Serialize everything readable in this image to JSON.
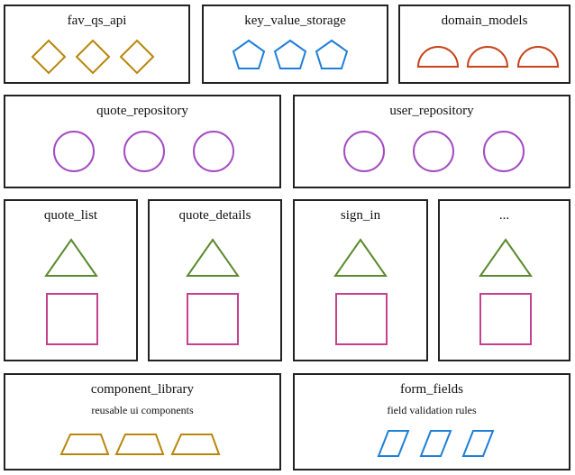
{
  "modules": {
    "fav_qs_api": {
      "title": "fav_qs_api",
      "shape": "diamond",
      "color": "#b8860b"
    },
    "key_value_storage": {
      "title": "key_value_storage",
      "shape": "pentagon",
      "color": "#1e7fd8"
    },
    "domain_models": {
      "title": "domain_models",
      "shape": "semicircle",
      "color": "#c8431a"
    },
    "quote_repository": {
      "title": "quote_repository",
      "shape": "circle",
      "color": "#a34bc1"
    },
    "user_repository": {
      "title": "user_repository",
      "shape": "circle",
      "color": "#a34bc1"
    },
    "quote_list": {
      "title": "quote_list"
    },
    "quote_details": {
      "title": "quote_details"
    },
    "sign_in": {
      "title": "sign_in"
    },
    "more_features": {
      "title": "..."
    },
    "component_library": {
      "title": "component_library",
      "subtitle": "reusable ui components",
      "shape": "trapezoid",
      "color": "#b8860b"
    },
    "form_fields": {
      "title": "form_fields",
      "subtitle": "field validation rules",
      "shape": "parallelogram",
      "color": "#1e7fd8"
    }
  },
  "feature_shapes": {
    "triangle_color": "#5a8a2e",
    "square_color": "#c4418e"
  }
}
